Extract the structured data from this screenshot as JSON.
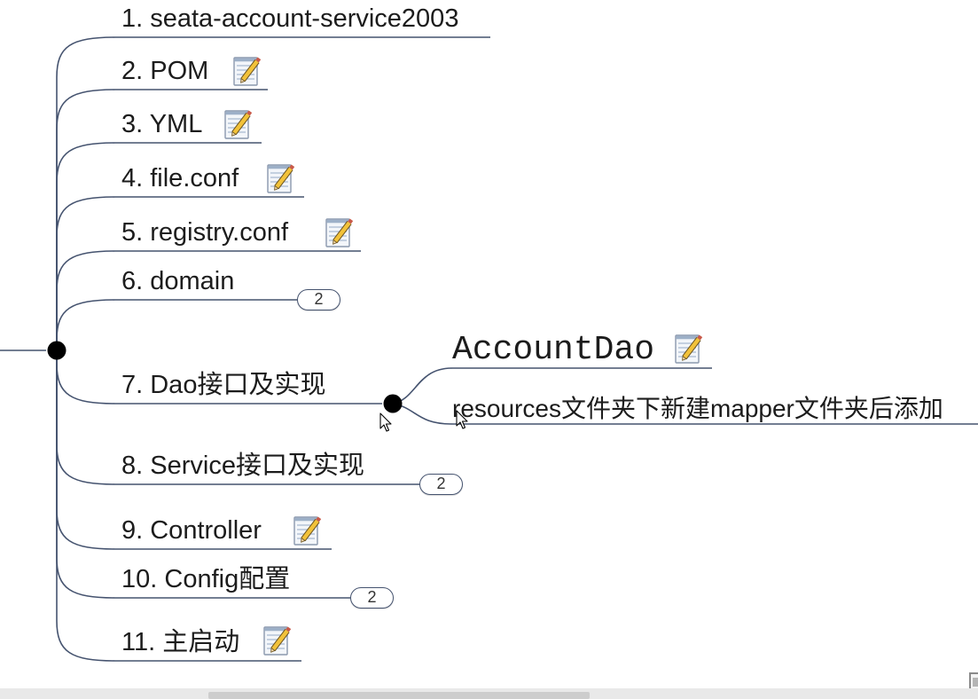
{
  "colors": {
    "background": "#ffffff",
    "connector": "#45536f",
    "text": "#1c1c1c",
    "badge_text": "#333333",
    "scrollbar_track": "#e9e9e9",
    "scrollbar_thumb": "#cdcdcd"
  },
  "mindmap": {
    "root_toggle_icon": "collapse-icon",
    "topics": [
      {
        "label": "1. seata-account-service2003"
      },
      {
        "label": "2. POM",
        "icon": "note-icon"
      },
      {
        "label": "3. YML",
        "icon": "note-icon"
      },
      {
        "label": "4. file.conf",
        "icon": "note-icon"
      },
      {
        "label": "5. registry.conf",
        "icon": "note-icon"
      },
      {
        "label": "6. domain",
        "collapsed_children": "2"
      },
      {
        "label": "7. Dao接口及实现",
        "toggle_icon": "collapse-icon",
        "children": [
          {
            "label": "AccountDao",
            "icon": "note-icon"
          },
          {
            "label": "resources文件夹下新建mapper文件夹后添加"
          }
        ]
      },
      {
        "label": "8. Service接口及实现",
        "collapsed_children": "2"
      },
      {
        "label": "9. Controller",
        "icon": "note-icon"
      },
      {
        "label": "10. Config配置",
        "collapsed_children": "2"
      },
      {
        "label": "11. 主启动",
        "icon": "note-icon"
      }
    ]
  },
  "cursor_icon": "mouse-pointer-icon",
  "corner_icon": "panel-toggle-icon"
}
